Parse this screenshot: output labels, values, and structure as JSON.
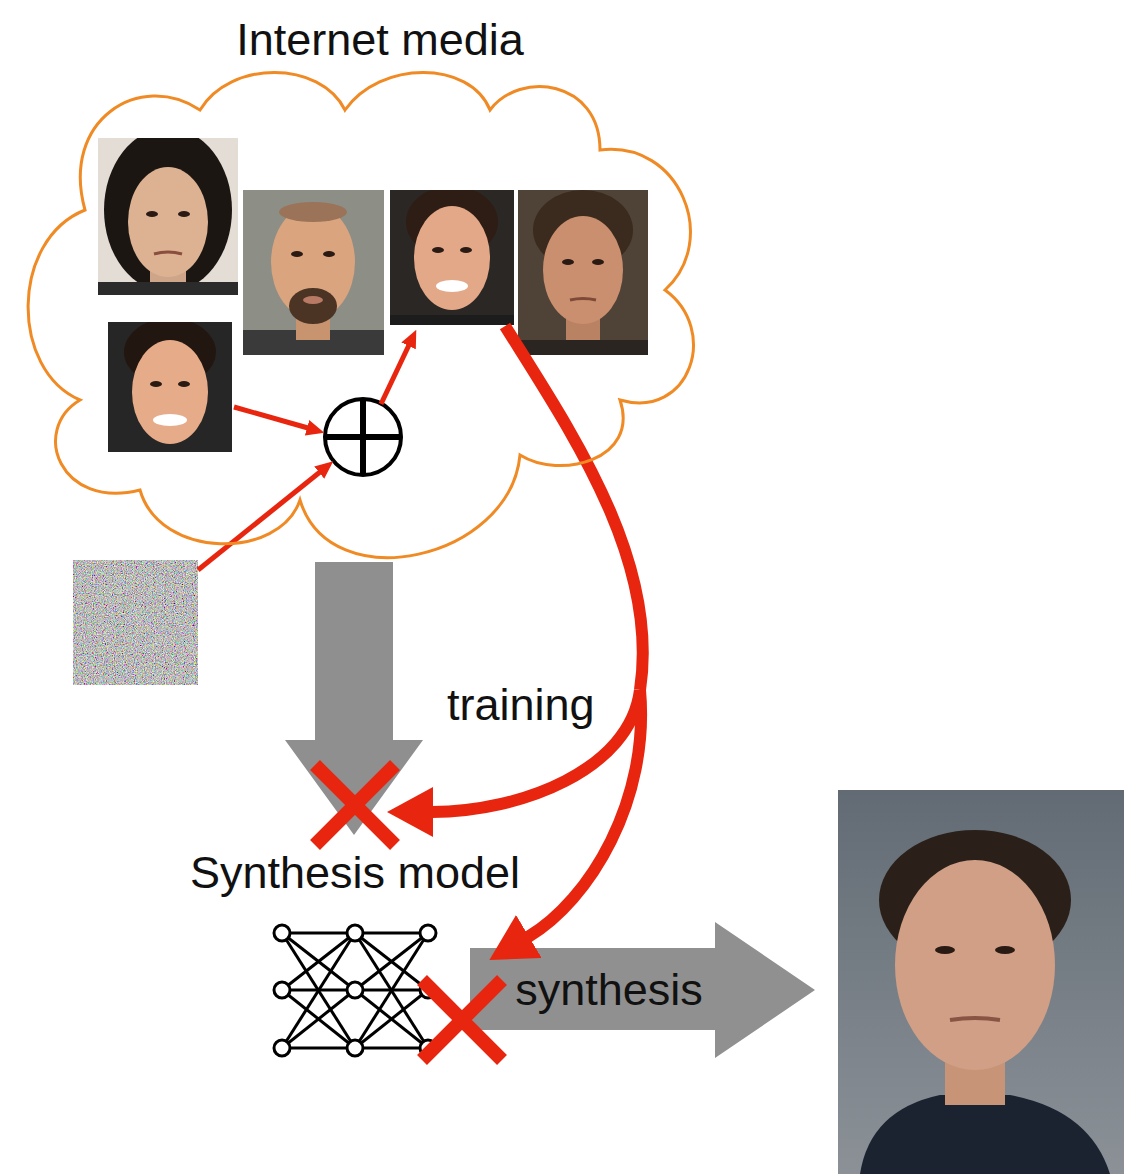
{
  "diagram": {
    "nodes": [
      {
        "text": [
          "Internet media"
        ]
      },
      {
        "text": [
          "Synthesis model"
        ]
      }
    ],
    "edges": [
      {
        "from": 0,
        "to": 1,
        "arrow": "to",
        "label": "training"
      }
    ],
    "labels": [
      "synthesis"
    ]
  }
}
